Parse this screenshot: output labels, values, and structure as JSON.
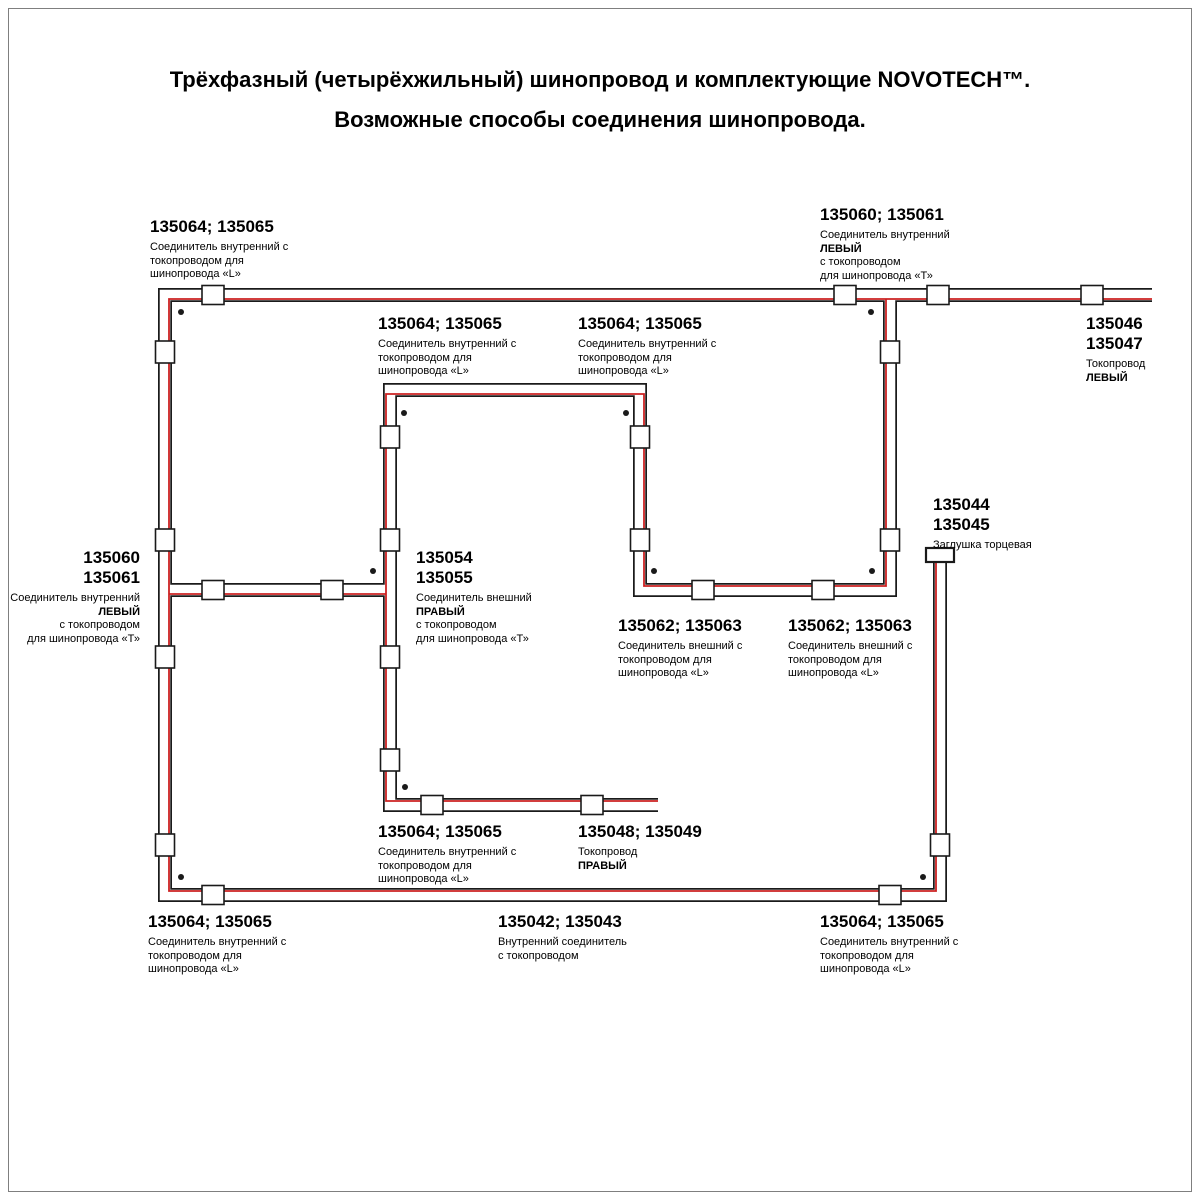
{
  "title": {
    "line1": "Трёхфазный (четырёхжильный) шинопровод и комплектующие NOVOTECH™.",
    "line2": "Возможные способы соединения шинопровода."
  },
  "colors": {
    "track_outline": "#1a1a1a",
    "conductor_red": "#cc2222",
    "background": "#ffffff",
    "frame_border": "#7f7f7f"
  },
  "labels": [
    {
      "code": "135064; 135065",
      "l1": "Соединитель внутренний с",
      "l2": "токопроводом для",
      "l3": "шинопровода «L»"
    },
    {
      "code": "135060; 135061",
      "l1": "Соединитель внутренний",
      "l2": "ЛЕВЫЙ",
      "l3": "с токопроводом",
      "l4": "для шинопровода «Т»"
    },
    {
      "code1": "135046",
      "code2": "135047",
      "l1": "Токопровод",
      "l2": "ЛЕВЫЙ"
    },
    {
      "code": "135064; 135065",
      "l1": "Соединитель внутренний с",
      "l2": "токопроводом для",
      "l3": "шинопровода «L»"
    },
    {
      "code": "135064; 135065",
      "l1": "Соединитель внутренний с",
      "l2": "токопроводом для",
      "l3": "шинопровода «L»"
    },
    {
      "code1": "135060",
      "code2": "135061",
      "l1": "Соединитель внутренний",
      "l2": "ЛЕВЫЙ",
      "l3": "с токопроводом",
      "l4": "для шинопровода «Т»"
    },
    {
      "code1": "135054",
      "code2": "135055",
      "l1": "Соединитель внешний",
      "l2": "ПРАВЫЙ",
      "l3": "с токопроводом",
      "l4": "для шинопровода «Т»"
    },
    {
      "code1": "135044",
      "code2": "135045",
      "l1": "Заглушка торцевая"
    },
    {
      "code": "135062; 135063",
      "l1": "Соединитель внешний с",
      "l2": "токопроводом для",
      "l3": "шинопровода «L»"
    },
    {
      "code": "135062; 135063",
      "l1": "Соединитель внешний с",
      "l2": "токопроводом для",
      "l3": "шинопровода «L»"
    },
    {
      "code": "135064; 135065",
      "l1": "Соединитель внутренний с",
      "l2": "токопроводом для",
      "l3": "шинопровода «L»"
    },
    {
      "code": "135048; 135049",
      "l1": "Токопровод",
      "l2": "ПРАВЫЙ"
    },
    {
      "code": "135064; 135065",
      "l1": "Соединитель внутренний с",
      "l2": "токопроводом для",
      "l3": "шинопровода «L»"
    },
    {
      "code": "135042; 135043",
      "l1": "Внутренний соединитель",
      "l2": "с токопроводом"
    },
    {
      "code": "135064; 135065",
      "l1": "Соединитель внутренний с",
      "l2": "токопроводом для",
      "l3": "шинопровода «L»"
    }
  ]
}
